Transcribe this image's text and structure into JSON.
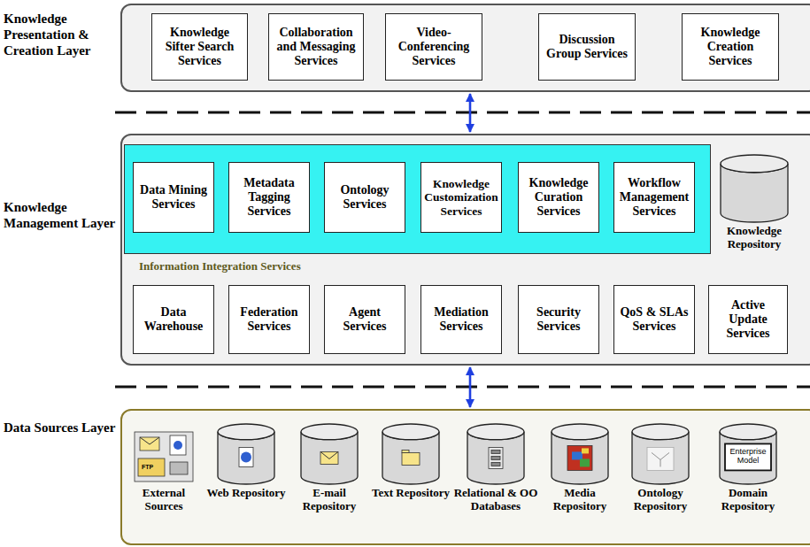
{
  "diagram": {
    "nodes": [
      {
        "text": [
          "Knowledge Presentation & Creation Layer"
        ]
      },
      {
        "text": [
          "Knowledge Sifter Search Services"
        ],
        "in": 0
      },
      {
        "text": [
          "Collaboration and Messaging Services"
        ],
        "in": 0
      },
      {
        "text": [
          "Video- Conferencing Services"
        ],
        "in": 0
      },
      {
        "text": [
          "Discussion Group Services"
        ],
        "in": 0
      },
      {
        "text": [
          "Knowledge Creation Services"
        ],
        "in": 0
      },
      {
        "text": [
          "Knowledge Management Layer"
        ]
      },
      {
        "text": [
          "Information Integration Services"
        ],
        "in": 6
      },
      {
        "text": [
          "Data Mining Services"
        ],
        "in": 7
      },
      {
        "text": [
          "Metadata Tagging Services"
        ],
        "in": 7
      },
      {
        "text": [
          "Ontology Services"
        ],
        "in": 7
      },
      {
        "text": [
          "Knowledge Customization Services"
        ],
        "in": 7
      },
      {
        "text": [
          "Knowledge Curation Services"
        ],
        "in": 7
      },
      {
        "text": [
          "Workflow Management Services"
        ],
        "in": 7
      },
      {
        "text": [
          "Knowledge Repository"
        ],
        "in": 6
      },
      {
        "text": [
          "Data Warehouse"
        ],
        "in": 6
      },
      {
        "text": [
          "Federation Services"
        ],
        "in": 6
      },
      {
        "text": [
          "Agent Services"
        ],
        "in": 6
      },
      {
        "text": [
          "Mediation Services"
        ],
        "in": 6
      },
      {
        "text": [
          "Security Services"
        ],
        "in": 6
      },
      {
        "text": [
          "QoS & SLAs Services"
        ],
        "in": 6
      },
      {
        "text": [
          "Active Update Services"
        ],
        "in": 6
      },
      {
        "text": [
          "Data Sources Layer"
        ]
      },
      {
        "text": [
          "External Sources"
        ],
        "in": 22
      },
      {
        "text": [
          "Web Repository"
        ],
        "in": 22
      },
      {
        "text": [
          "E-mail Repository"
        ],
        "in": 22
      },
      {
        "text": [
          "Text Repository"
        ],
        "in": 22
      },
      {
        "text": [
          "Relational & OO Databases"
        ],
        "in": 22
      },
      {
        "text": [
          "Media Repository"
        ],
        "in": 22
      },
      {
        "text": [
          "Ontology Repository"
        ],
        "in": 22
      },
      {
        "text": [
          "Enterprise Model",
          "Domain Repository"
        ],
        "in": 22
      }
    ],
    "edges": [
      {
        "from": 0,
        "to": 6,
        "arrow": "both"
      },
      {
        "from": 6,
        "to": 22,
        "arrow": "both"
      }
    ],
    "labels": [
      "FTP"
    ]
  }
}
